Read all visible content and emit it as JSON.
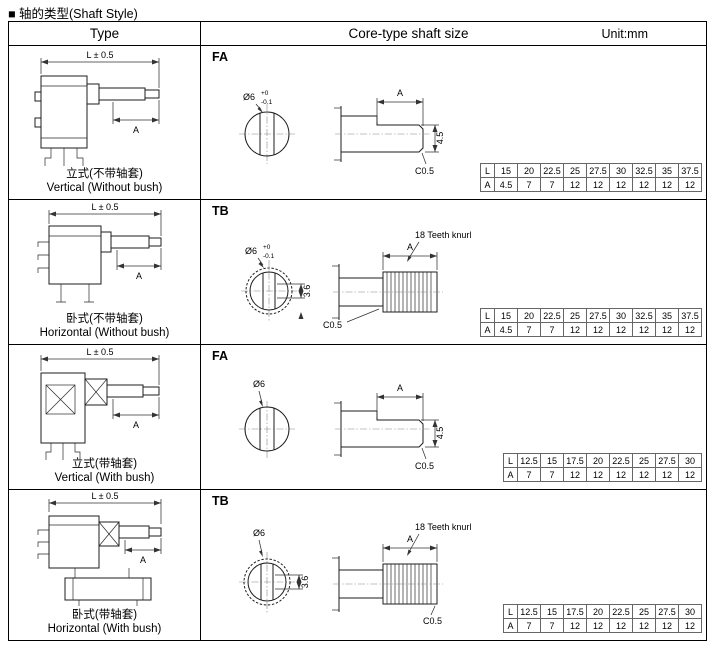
{
  "title": "■ 轴的类型(Shaft Style)",
  "header": {
    "type": "Type",
    "shaft": "Core-type shaft size",
    "unit": "Unit:mm"
  },
  "labels": {
    "length_dim": "L ± 0.5",
    "a_dim": "A",
    "chamfer": "C0.5",
    "knurl": "18 Teeth knurl",
    "flat_height": "4.5",
    "slot_width": "3.6",
    "dia": "Ø6",
    "dia_top": "+0",
    "dia_bot": "-0.1",
    "row_L": "L",
    "row_A": "A"
  },
  "rows": [
    {
      "section": "FA",
      "type_cn": "立式(不带轴套)",
      "type_en": "Vertical (Without bush)",
      "dims": {
        "L": [
          "15",
          "20",
          "22.5",
          "25",
          "27.5",
          "30",
          "32.5",
          "35",
          "37.5"
        ],
        "A": [
          "4.5",
          "7",
          "7",
          "12",
          "12",
          "12",
          "12",
          "12",
          "12"
        ]
      }
    },
    {
      "section": "TB",
      "type_cn": "卧式(不带轴套)",
      "type_en": "Horizontal (Without bush)",
      "dims": {
        "L": [
          "15",
          "20",
          "22.5",
          "25",
          "27.5",
          "30",
          "32.5",
          "35",
          "37.5"
        ],
        "A": [
          "4.5",
          "7",
          "7",
          "12",
          "12",
          "12",
          "12",
          "12",
          "12"
        ]
      }
    },
    {
      "section": "FA",
      "type_cn": "立式(带轴套)",
      "type_en": "Vertical (With bush)",
      "dims": {
        "L": [
          "12.5",
          "15",
          "17.5",
          "20",
          "22.5",
          "25",
          "27.5",
          "30"
        ],
        "A": [
          "7",
          "7",
          "12",
          "12",
          "12",
          "12",
          "12",
          "12"
        ]
      }
    },
    {
      "section": "TB",
      "type_cn": "卧式(带轴套)",
      "type_en": "Horizontal (With bush)",
      "dims": {
        "L": [
          "12.5",
          "15",
          "17.5",
          "20",
          "22.5",
          "25",
          "27.5",
          "30"
        ],
        "A": [
          "7",
          "7",
          "12",
          "12",
          "12",
          "12",
          "12",
          "12"
        ]
      }
    }
  ]
}
